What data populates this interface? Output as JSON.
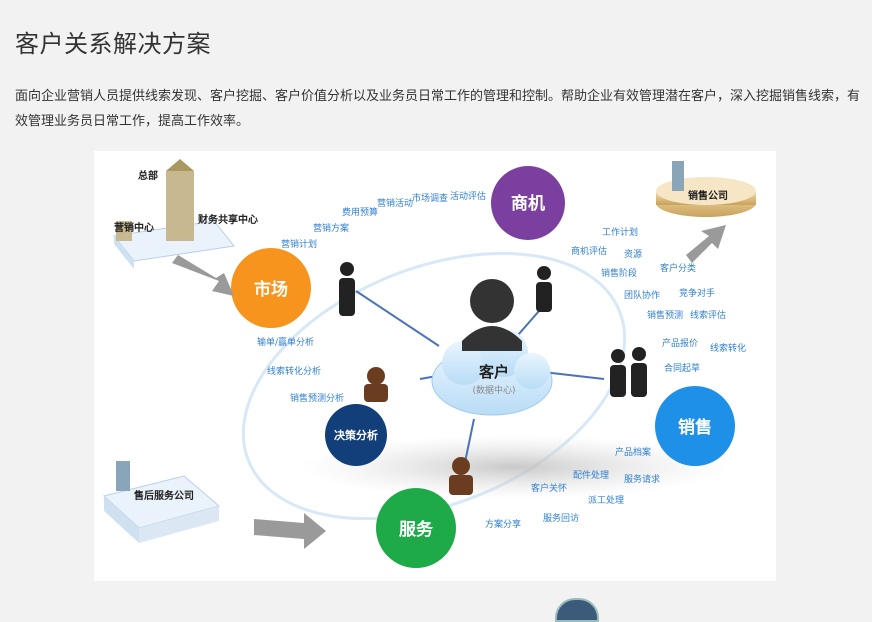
{
  "page": {
    "title": "客户关系解决方案",
    "description": "面向企业营销人员提供线索发现、客户挖掘、客户价值分析以及业务员日常工作的管理和控制。帮助企业有效管理潜在客户，深入挖掘销售线索，有效管理业务员日常工作，提高工作效率。"
  },
  "diagram": {
    "center": {
      "title": "客户",
      "subtitle": "(数据中心)"
    },
    "nodes": {
      "market": "市场",
      "opportunity": "商机",
      "sales": "销售",
      "service": "服务",
      "decision": "决策分析"
    },
    "entities": {
      "hq": "总部",
      "marketing_center": "营销中心",
      "finance_center": "财务共享中心",
      "sales_company": "销售公司",
      "aftersales_company": "售后服务公司"
    },
    "market_items": [
      "营销计划",
      "营销方案",
      "费用预算",
      "营销活动",
      "市场调查",
      "活动评估"
    ],
    "market_lower_items": [
      "线索转化分析",
      "输单/赢单分析",
      "销售预测分析"
    ],
    "opportunity_items": [
      "工作计划",
      "商机评估",
      "资源",
      "销售阶段",
      "团队协作",
      "销售预测",
      "客户分类",
      "竞争对手",
      "线索评估",
      "产品报价",
      "线索转化",
      "合同起草"
    ],
    "sales_items": [
      "产品档案",
      "配件处理",
      "服务请求",
      "派工处理",
      "客户关怀",
      "服务回访",
      "方案分享"
    ]
  },
  "colors": {
    "market": "#f7941d",
    "opportunity": "#7b3fa0",
    "sales": "#1e90e8",
    "service": "#1faa4a",
    "decision": "#123f7a",
    "label": "#2f7fd0"
  }
}
